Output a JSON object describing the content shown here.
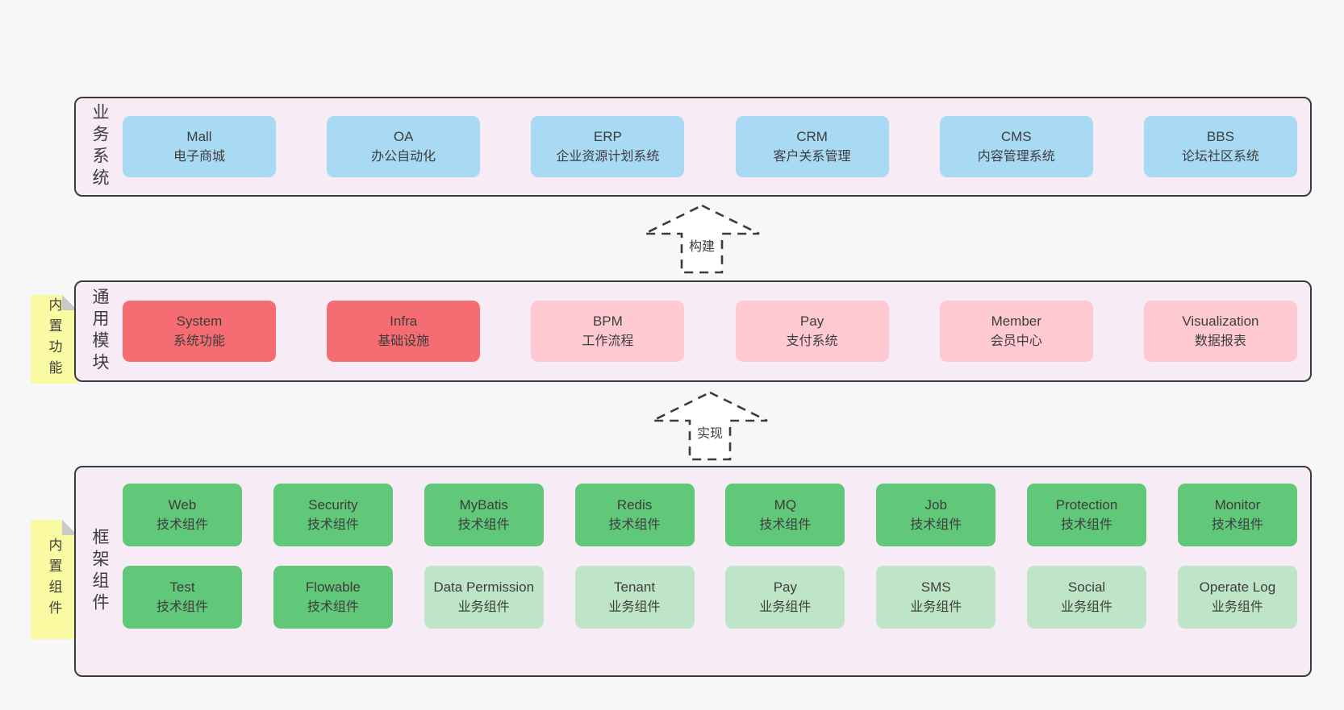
{
  "sections": [
    {
      "id": "business",
      "label": "业务系统",
      "boxes": [
        {
          "name": "Mall",
          "desc": "电子商城",
          "type": "blue"
        },
        {
          "name": "OA",
          "desc": "办公自动化",
          "type": "blue"
        },
        {
          "name": "ERP",
          "desc": "企业资源计划系统",
          "type": "blue"
        },
        {
          "name": "CRM",
          "desc": "客户关系管理",
          "type": "blue"
        },
        {
          "name": "CMS",
          "desc": "内容管理系统",
          "type": "blue"
        },
        {
          "name": "BBS",
          "desc": "论坛社区系统",
          "type": "blue"
        }
      ]
    },
    {
      "id": "modules",
      "label": "通用模块",
      "sticky": "内置功能",
      "boxes": [
        {
          "name": "System",
          "desc": "系统功能",
          "type": "red"
        },
        {
          "name": "Infra",
          "desc": "基础设施",
          "type": "red"
        },
        {
          "name": "BPM",
          "desc": "工作流程",
          "type": "pink"
        },
        {
          "name": "Pay",
          "desc": "支付系统",
          "type": "pink"
        },
        {
          "name": "Member",
          "desc": "会员中心",
          "type": "pink"
        },
        {
          "name": "Visualization",
          "desc": "数据报表",
          "type": "pink"
        }
      ]
    },
    {
      "id": "framework",
      "label": "框架组件",
      "sticky": "内置组件",
      "rows": [
        [
          {
            "name": "Web",
            "desc": "技术组件",
            "type": "green"
          },
          {
            "name": "Security",
            "desc": "技术组件",
            "type": "green"
          },
          {
            "name": "MyBatis",
            "desc": "技术组件",
            "type": "green"
          },
          {
            "name": "Redis",
            "desc": "技术组件",
            "type": "green"
          },
          {
            "name": "MQ",
            "desc": "技术组件",
            "type": "green"
          },
          {
            "name": "Job",
            "desc": "技术组件",
            "type": "green"
          },
          {
            "name": "Protection",
            "desc": "技术组件",
            "type": "green"
          },
          {
            "name": "Monitor",
            "desc": "技术组件",
            "type": "green"
          }
        ],
        [
          {
            "name": "Test",
            "desc": "技术组件",
            "type": "green"
          },
          {
            "name": "Flowable",
            "desc": "技术组件",
            "type": "green"
          },
          {
            "name": "Data Permission",
            "desc": "业务组件",
            "type": "green-light"
          },
          {
            "name": "Tenant",
            "desc": "业务组件",
            "type": "green-light"
          },
          {
            "name": "Pay",
            "desc": "业务组件",
            "type": "green-light"
          },
          {
            "name": "SMS",
            "desc": "业务组件",
            "type": "green-light"
          },
          {
            "name": "Social",
            "desc": "业务组件",
            "type": "green-light"
          },
          {
            "name": "Operate Log",
            "desc": "业务组件",
            "type": "green-light"
          }
        ]
      ]
    }
  ],
  "arrows": [
    {
      "label": "构建"
    },
    {
      "label": "实现"
    }
  ],
  "colors": {
    "page_bg": "#f7f7f7",
    "container_bg": "#f7ecf5",
    "container_border": "#3c3c3c",
    "blue": "#a9daf3",
    "red": "#f56c72",
    "pink": "#ffc9d2",
    "green": "#61c779",
    "green_light": "#bfe5c9",
    "sticky": "#fafaa2",
    "sticky_fold": "#c9c9c9",
    "text": "#3d3d3d",
    "arrow_fill": "#ffffff"
  }
}
